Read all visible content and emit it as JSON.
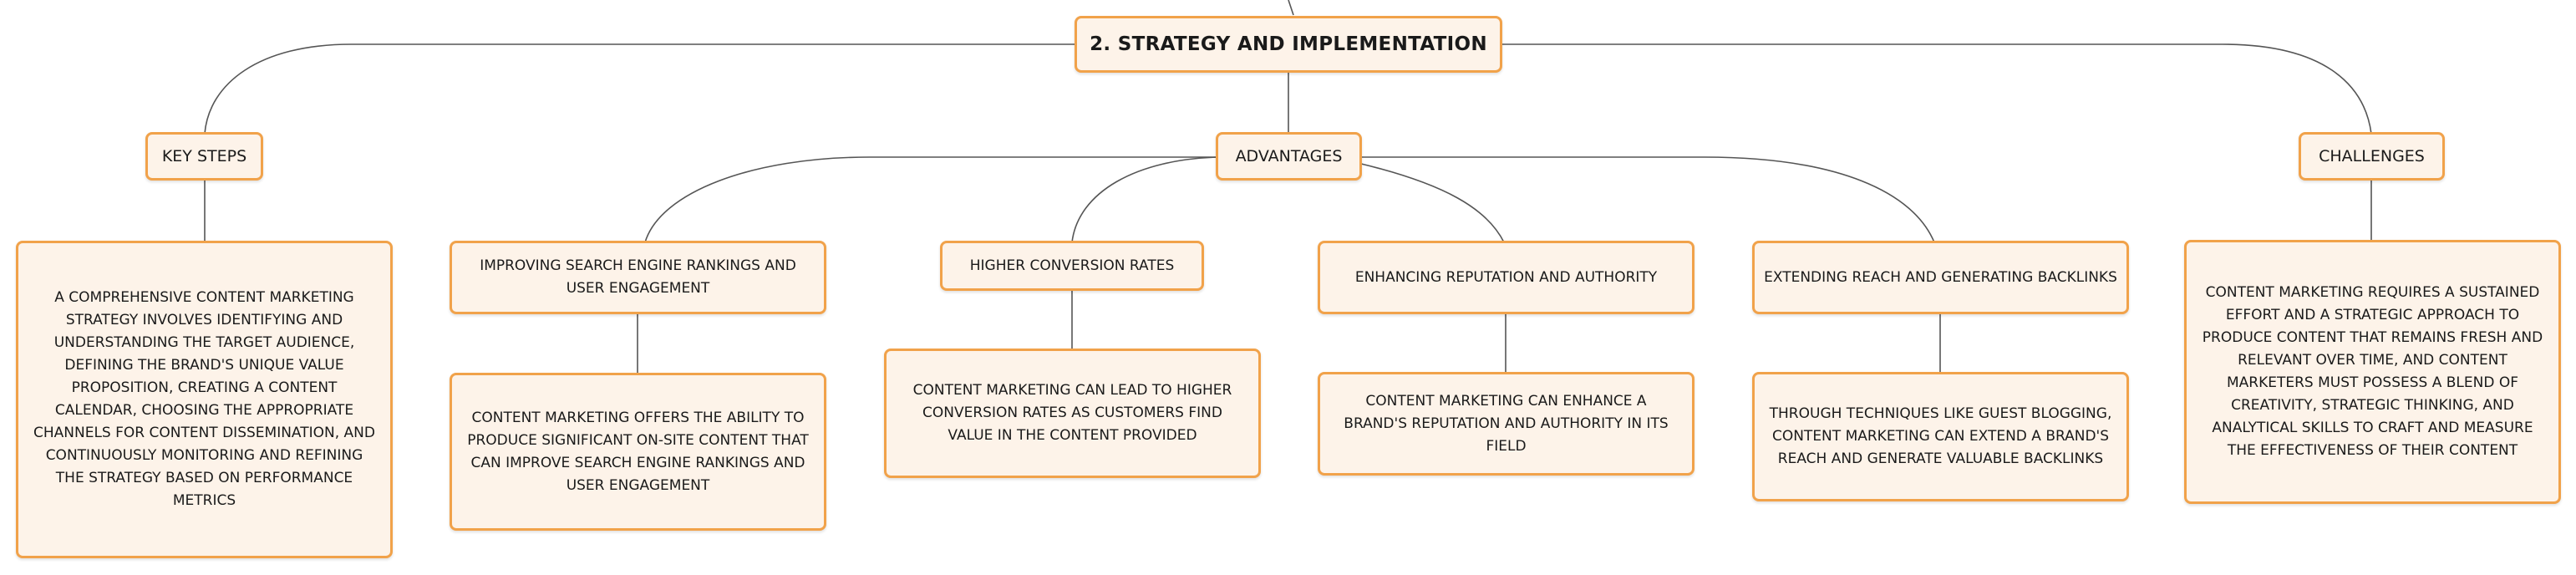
{
  "root": {
    "title": "2. STRATEGY AND IMPLEMENTATION"
  },
  "branches": {
    "key_steps": {
      "label": "KEY STEPS",
      "text": "A COMPREHENSIVE CONTENT MARKETING STRATEGY INVOLVES IDENTIFYING AND UNDERSTANDING THE TARGET AUDIENCE, DEFINING THE BRAND'S UNIQUE VALUE PROPOSITION, CREATING A CONTENT CALENDAR, CHOOSING THE APPROPRIATE CHANNELS FOR CONTENT DISSEMINATION, AND CONTINUOUSLY MONITORING AND REFINING THE STRATEGY BASED ON PERFORMANCE METRICS"
    },
    "advantages": {
      "label": "ADVANTAGES",
      "items": [
        {
          "title": "IMPROVING SEARCH ENGINE RANKINGS AND USER ENGAGEMENT",
          "text": "CONTENT MARKETING OFFERS THE ABILITY TO PRODUCE SIGNIFICANT ON-SITE CONTENT THAT CAN IMPROVE SEARCH ENGINE RANKINGS AND USER ENGAGEMENT"
        },
        {
          "title": "HIGHER CONVERSION RATES",
          "text": "CONTENT MARKETING CAN LEAD TO HIGHER CONVERSION RATES AS CUSTOMERS FIND VALUE IN THE CONTENT PROVIDED"
        },
        {
          "title": "ENHANCING REPUTATION AND AUTHORITY",
          "text": "CONTENT MARKETING CAN ENHANCE A BRAND'S REPUTATION AND AUTHORITY IN ITS FIELD"
        },
        {
          "title": "EXTENDING REACH AND GENERATING BACKLINKS",
          "text": "THROUGH TECHNIQUES LIKE GUEST BLOGGING, CONTENT MARKETING CAN EXTEND A BRAND'S REACH AND GENERATE VALUABLE BACKLINKS"
        }
      ]
    },
    "challenges": {
      "label": "CHALLENGES",
      "text": "CONTENT MARKETING REQUIRES A SUSTAINED EFFORT AND A STRATEGIC APPROACH TO PRODUCE CONTENT THAT REMAINS FRESH AND RELEVANT OVER TIME, AND CONTENT MARKETERS MUST POSSESS A BLEND OF CREATIVITY, STRATEGIC THINKING, AND ANALYTICAL SKILLS TO CRAFT AND MEASURE THE EFFECTIVENESS OF THEIR CONTENT"
    }
  },
  "colors": {
    "node_fill": "#fdf3e9",
    "node_border": "#f1a24a",
    "connector": "#555555",
    "text": "#1a1a1a"
  }
}
